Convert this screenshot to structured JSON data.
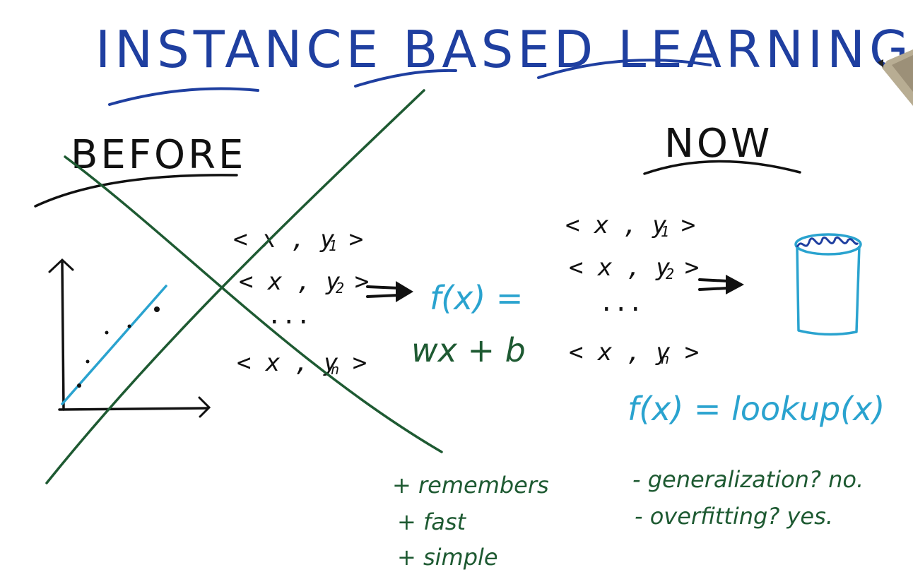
{
  "title": "INSTANCE BASED LEARNING",
  "sections": {
    "before": "BEFORE",
    "now": "NOW"
  },
  "data_pairs": {
    "item1": "< x , y >",
    "sub1": "1",
    "item2": "< x , y >",
    "sub2": "2",
    "ellipsis": "...",
    "itemn": "< x , y >",
    "subn": "n"
  },
  "formulas": {
    "before_fx": "f(x) =",
    "before_linear": "wx + b",
    "now_fx": "f(x) = lookup(x)"
  },
  "pros": [
    "+ remembers",
    "+ fast",
    "+ simple"
  ],
  "cons": [
    "- generalization? no.",
    "- overfitting? yes."
  ],
  "colors": {
    "ink_blue": "#1f3fa0",
    "ink_black": "#111111",
    "ink_green": "#1e5a32",
    "ink_cyan": "#2aa3cf"
  }
}
